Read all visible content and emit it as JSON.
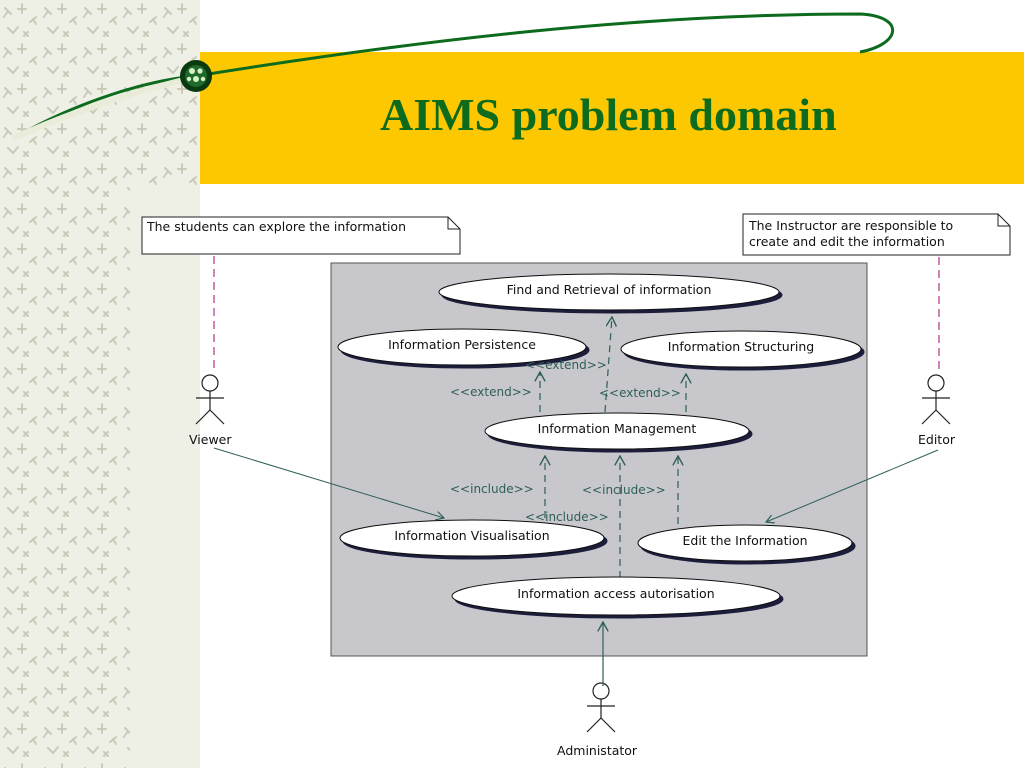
{
  "slide": {
    "title": "AIMS problem domain"
  },
  "notes": {
    "students": "The students can explore the information",
    "instructor_line1": "The Instructor are responsible to",
    "instructor_line2": "create and edit the information"
  },
  "actors": {
    "viewer": "Viewer",
    "editor": "Editor",
    "administrator": "Administator"
  },
  "use_cases": {
    "find": "Find and Retrieval of information",
    "persistence": "Information Persistence",
    "structuring": "Information Structuring",
    "management": "Information Management",
    "visualisation": "Information Visualisation",
    "edit": "Edit the Information",
    "access": "Information access autorisation"
  },
  "relations": {
    "extend_top": "<<extend>>",
    "extend_left": "<<extend>>",
    "extend_right": "<<extend>>",
    "include_left": "<<include>>",
    "include_mid": "<<include>>",
    "include_right": "<<include>>"
  },
  "colors": {
    "banner": "#fdc800",
    "title": "#0d6b1d",
    "system_boundary": "#c8c8cc",
    "relation_line": "#2e5e5a",
    "note_link": "#b0338a"
  }
}
